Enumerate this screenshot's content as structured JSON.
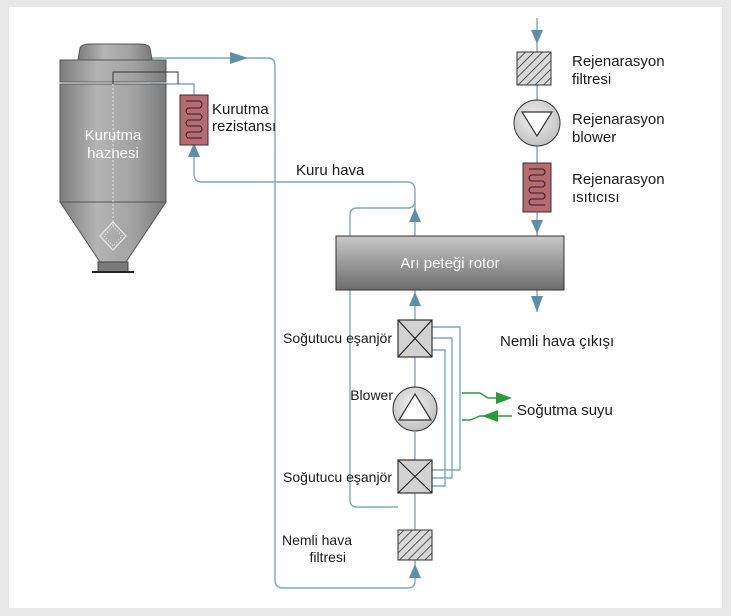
{
  "labels": {
    "drying_hopper_1": "Kurutma",
    "drying_hopper_2": "haznesi",
    "drying_heater_1": "Kurutma",
    "drying_heater_2": "rezistansı",
    "dry_air": "Kuru hava",
    "regen_filter_1": "Rejenarasyon",
    "regen_filter_2": "filtresi",
    "regen_blower_1": "Rejenarasyon",
    "regen_blower_2": "blower",
    "regen_heater_1": "Rejenarasyon",
    "regen_heater_2": "ısıtıcısı",
    "rotor": "Arı peteği rotor",
    "humid_air_outlet": "Nemli hava çıkışı",
    "cooling_exchanger_top": "Soğutucu eşanjör",
    "blower": "Blower",
    "cooling_water": "Soğutma suyu",
    "cooling_exchanger_bottom": "Soğutucu eşanjör",
    "humid_filter_1": "Nemli hava",
    "humid_filter_2": "filtresi"
  },
  "colors": {
    "air_line": "#7fa8bf",
    "arrow": "#5f8fa8",
    "water_line": "#2e9a3e",
    "heater_fill": "#b86a72",
    "rotor_fill": "#8c8c8c",
    "hopper_fill": "#9c9c9c"
  }
}
